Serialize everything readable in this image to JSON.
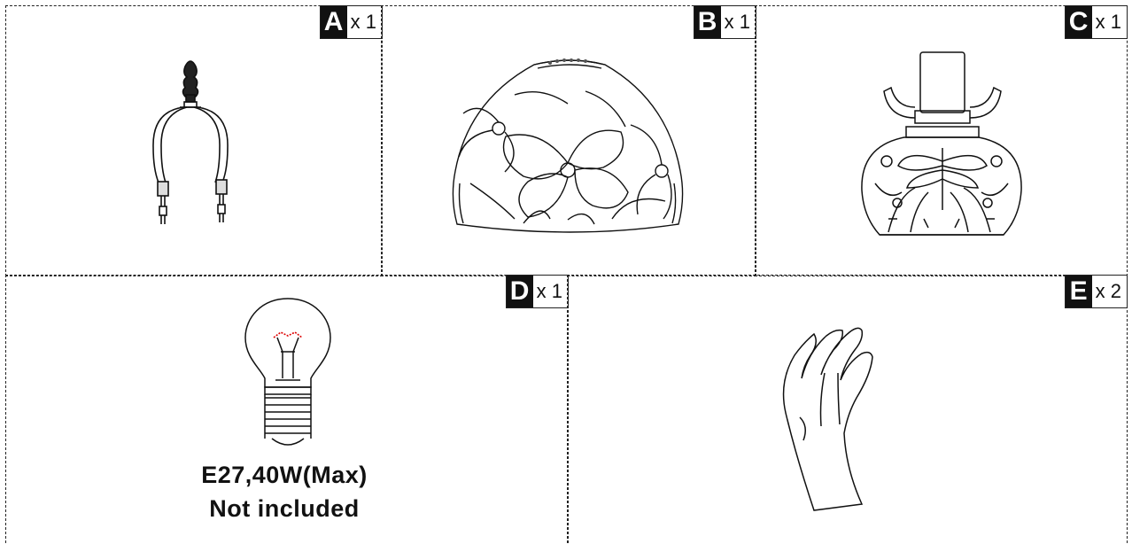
{
  "panels": {
    "a": {
      "letter": "A",
      "qty": "x 1",
      "icon": "lamp-harp-icon"
    },
    "b": {
      "letter": "B",
      "qty": "x 1",
      "icon": "lamp-shade-icon"
    },
    "c": {
      "letter": "C",
      "qty": "x 1",
      "icon": "lamp-base-icon"
    },
    "d": {
      "letter": "D",
      "qty": "x 1",
      "icon": "light-bulb-icon",
      "spec": "E27,40W(Max)",
      "note": "Not included"
    },
    "e": {
      "letter": "E",
      "qty": "x 2",
      "icon": "glove-icon"
    }
  }
}
